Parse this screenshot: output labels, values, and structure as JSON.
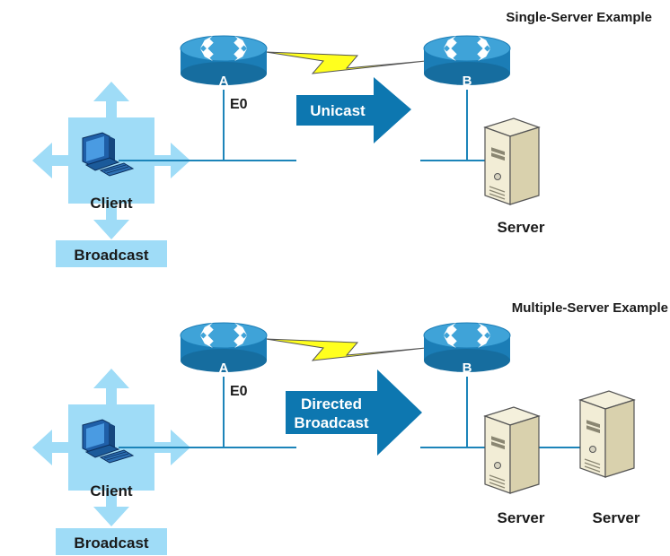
{
  "colors": {
    "broadcast_fill": "#9fdcf7",
    "line": "#1c84b9",
    "router_body": "#1b7db6",
    "router_top": "#3fa3d8",
    "arrow_fill": "#0d77b0",
    "wan_link": "#ffff1e",
    "text": "#1a1a1a",
    "white_text": "#ffffff"
  },
  "top": {
    "title": "Single-Server Example",
    "router_a_label": "A",
    "router_b_label": "B",
    "interface_label": "E0",
    "arrow_label_line1": "Unicast",
    "arrow_label_line2": "",
    "client_label": "Client",
    "broadcast_label": "Broadcast",
    "servers": [
      {
        "label": "Server"
      }
    ]
  },
  "bottom": {
    "title": "Multiple-Server Example",
    "router_a_label": "A",
    "router_b_label": "B",
    "interface_label": "E0",
    "arrow_label_line1": "Directed",
    "arrow_label_line2": "Broadcast",
    "client_label": "Client",
    "broadcast_label": "Broadcast",
    "servers": [
      {
        "label": "Server"
      },
      {
        "label": "Server"
      }
    ]
  },
  "icons": {
    "router": "router-icon",
    "server": "server-icon",
    "client": "desktop-computer-icon",
    "broadcast": "broadcast-cross-arrows-icon",
    "wan": "lightning-bolt-wan-link-icon"
  }
}
